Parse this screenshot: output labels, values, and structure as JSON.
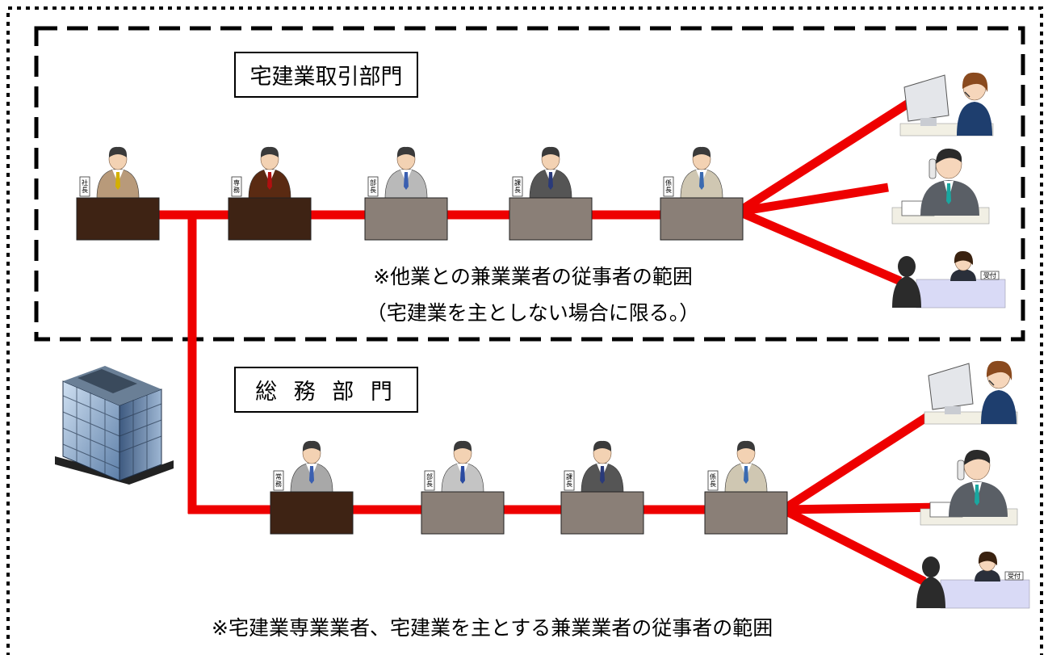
{
  "sections": {
    "sales_division": {
      "label": "宅建業取引部門",
      "titles": [
        "社長",
        "専務",
        "部長",
        "課長",
        "係長"
      ]
    },
    "general_affairs": {
      "label": "総 務 部 門",
      "titles": [
        "常務",
        "部長",
        "課長",
        "係長"
      ]
    }
  },
  "notes": {
    "side_business_line1": "※他業との兼業業者の従事者の範囲",
    "side_business_line2": "（宅建業を主としない場合に限る。）",
    "main_business": "※宅建業専業業者、宅建業を主とする兼業業者の従事者の範囲"
  },
  "reception_sign": "受付",
  "colors": {
    "connector": "#ee0000",
    "desk_exec": "#3e2314",
    "desk_staff": "#8a7f77",
    "frame": "#000000"
  }
}
